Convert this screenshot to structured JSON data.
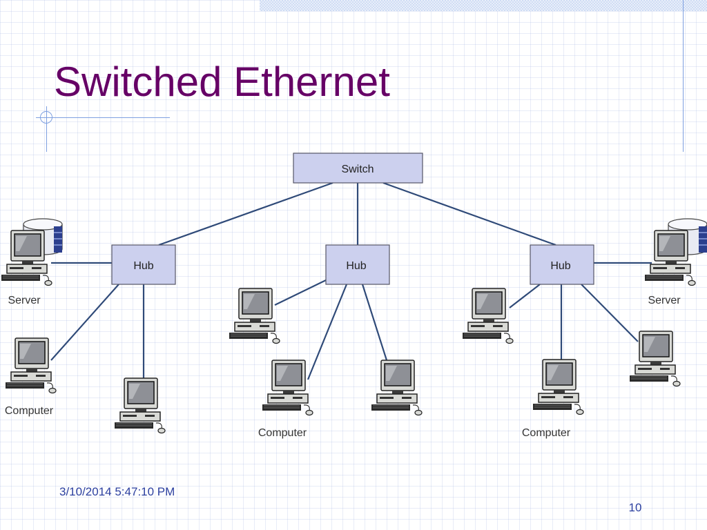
{
  "slide": {
    "title": "Switched Ethernet",
    "date": "3/10/2014 5:47:10 PM",
    "page_number": "10"
  },
  "diagram": {
    "switch": "Switch",
    "hubs": [
      "Hub",
      "Hub",
      "Hub"
    ],
    "labels": {
      "server_left": "Server",
      "server_right": "Server",
      "computer_left": "Computer",
      "computer_mid": "Computer",
      "computer_right": "Computer"
    },
    "icons": {
      "server": "server-icon",
      "computer": "computer-icon"
    }
  },
  "colors": {
    "title": "#660066",
    "link": "#2f4a78",
    "node_fill": "#ccd0ee",
    "node_border": "#555566",
    "footer_text": "#2b3f9f"
  }
}
